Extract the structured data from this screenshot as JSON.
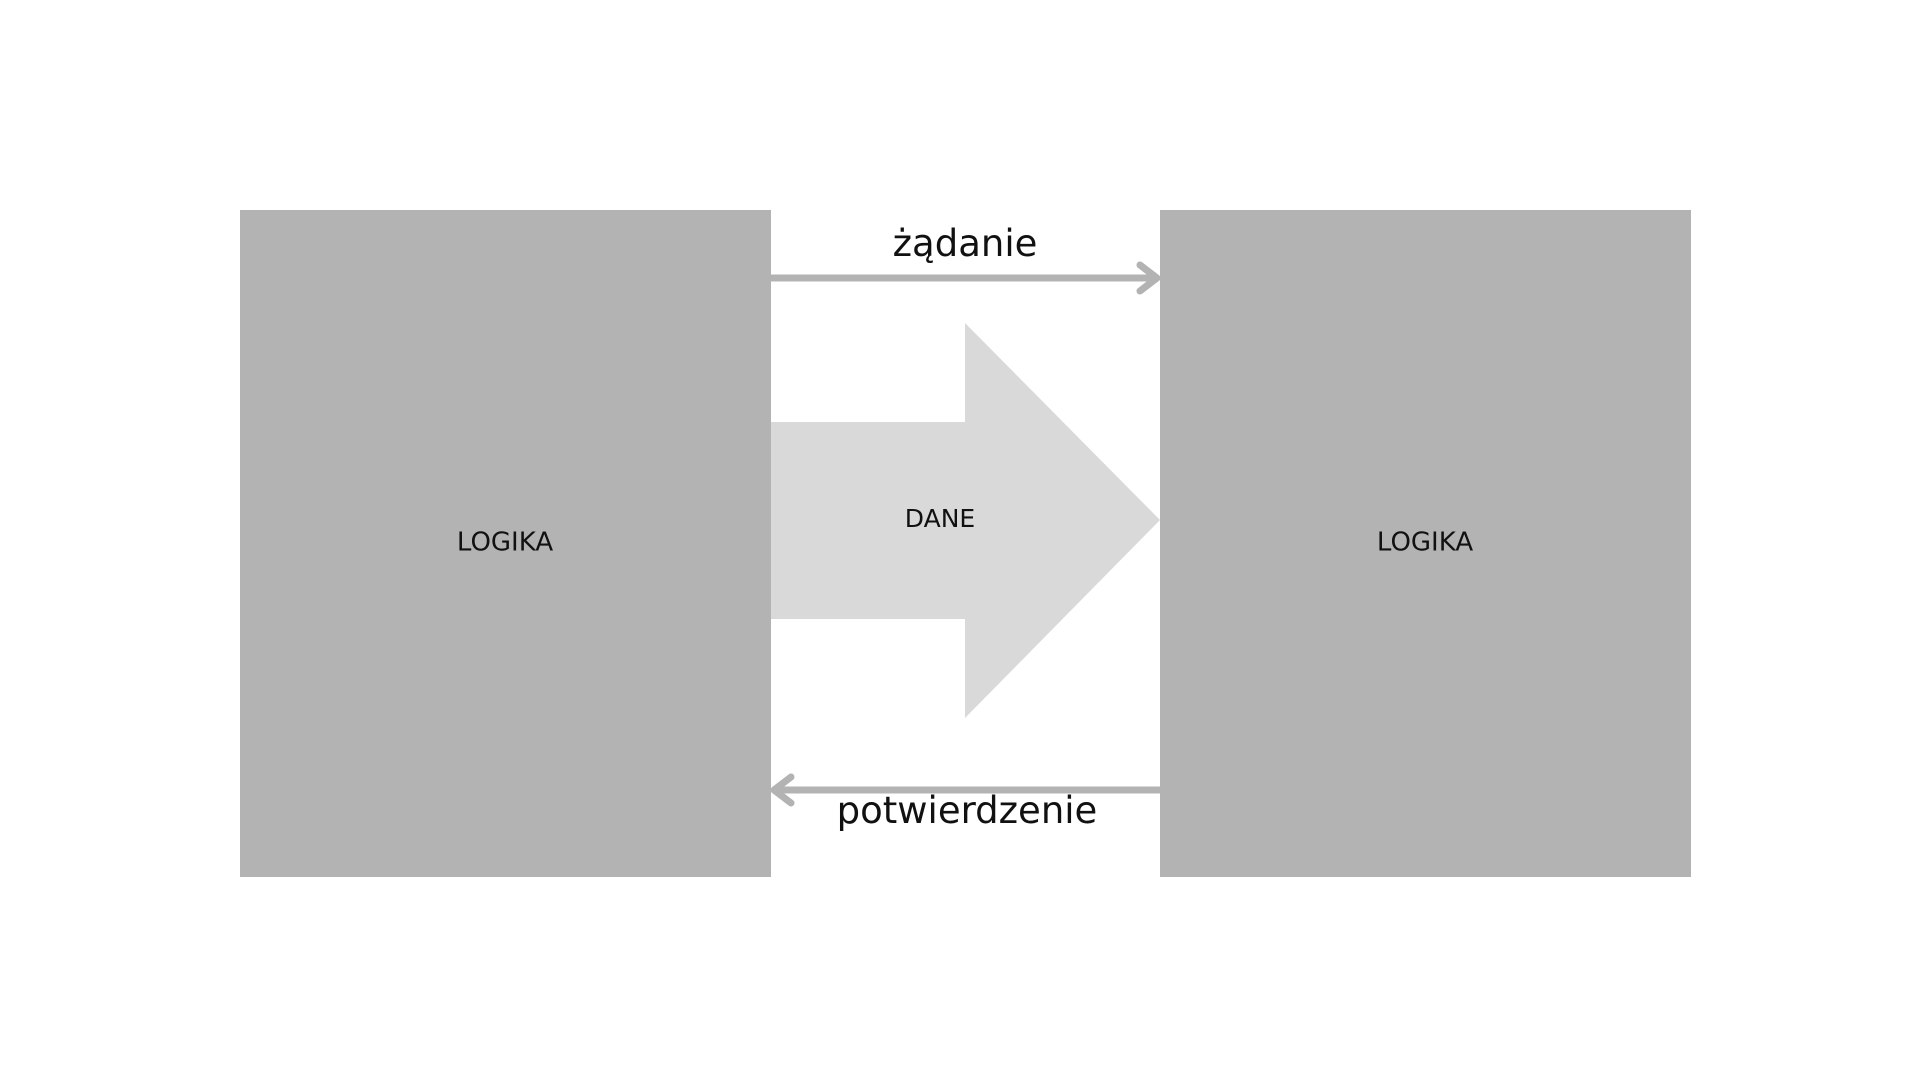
{
  "diagram": {
    "left_box": {
      "label": "LOGIKA"
    },
    "right_box": {
      "label": "LOGIKA"
    },
    "data_arrow": {
      "label": "DANE"
    },
    "request_arrow": {
      "label": "żądanie",
      "direction": "left-to-right"
    },
    "ack_arrow": {
      "label": "potwierdzenie",
      "direction": "right-to-left"
    }
  },
  "colors": {
    "background": "#ffffff",
    "box_fill": "#b3b3b3",
    "data_arrow_fill": "#d9d9d9",
    "thin_arrow_stroke": "#b3b3b3",
    "text": "#111111"
  }
}
